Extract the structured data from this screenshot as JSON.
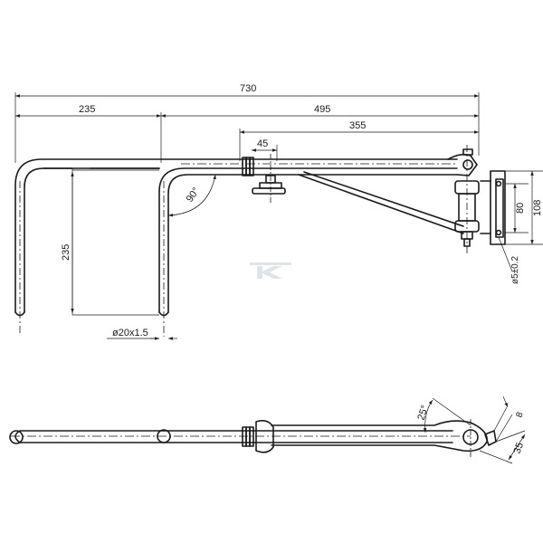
{
  "front_view": {
    "dims": {
      "overall_length": "730",
      "left_span": "235",
      "right_span": "495",
      "arm_length": "355",
      "clamp_width": "45",
      "leg_height": "235",
      "tube": "ø20x1.5",
      "angle": "90°",
      "plate_height": "108",
      "plate_inner": "80",
      "hole": "ø5±0.2"
    }
  },
  "bottom_view": {
    "dims": {
      "angle": "25°",
      "tab_length": "35",
      "tab_thickness": "8"
    }
  }
}
